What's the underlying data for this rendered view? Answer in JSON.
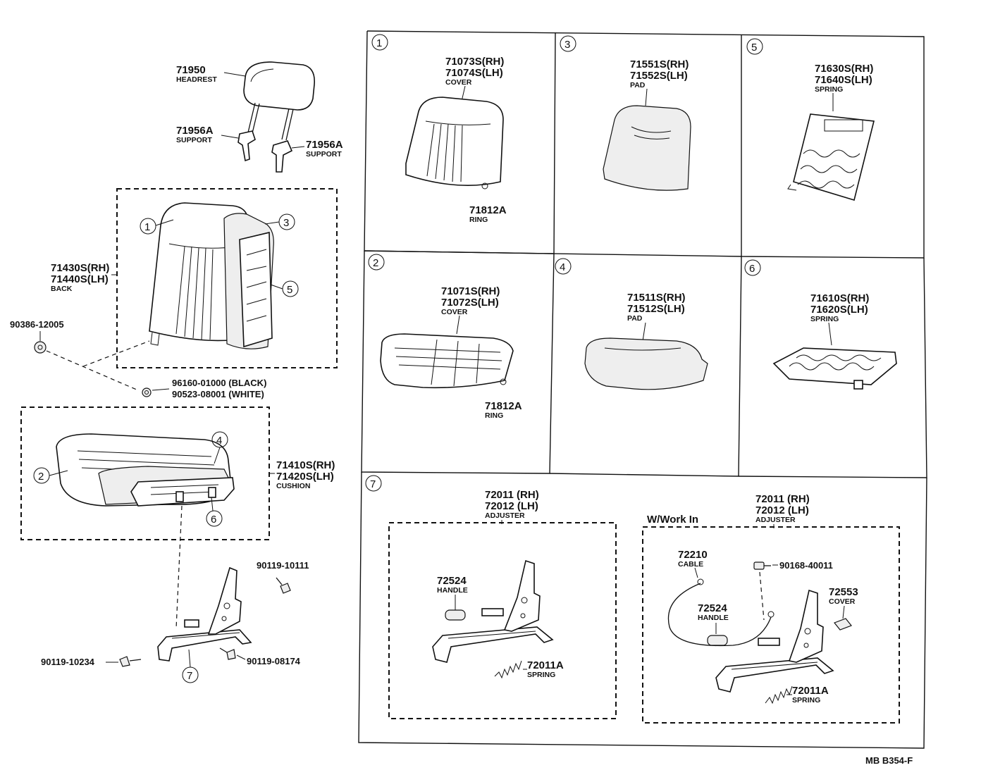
{
  "overview": {
    "headrest": {
      "part_no": "71950",
      "name": "HEADREST"
    },
    "support_left": {
      "part_no": "71956A",
      "name": "SUPPORT"
    },
    "support_right": {
      "part_no": "71956A",
      "name": "SUPPORT"
    },
    "back": {
      "part_rh": "71430S(RH)",
      "part_lh": "71440S(LH)",
      "name": "BACK"
    },
    "cushion": {
      "part_rh": "71410S(RH)",
      "part_lh": "71420S(LH)",
      "name": "CUSHION"
    },
    "nut": {
      "part_no": "90386-12005"
    },
    "clip_black": {
      "part_no": "96160-01000 (BLACK)"
    },
    "clip_white": {
      "part_no": "90523-08001 (WHITE)"
    },
    "bolt_top": {
      "part_no": "90119-10111"
    },
    "bolt_left": {
      "part_no": "90119-10234"
    },
    "bolt_right": {
      "part_no": "90119-08174"
    },
    "callouts": [
      "1",
      "3",
      "5",
      "2",
      "4",
      "6",
      "7"
    ]
  },
  "panels": {
    "p1": {
      "index": "1",
      "part_rh": "71073S(RH)",
      "part_lh": "71074S(LH)",
      "name": "COVER",
      "ring_no": "71812A",
      "ring_name": "RING"
    },
    "p3": {
      "index": "3",
      "part_rh": "71551S(RH)",
      "part_lh": "71552S(LH)",
      "name": "PAD"
    },
    "p5": {
      "index": "5",
      "part_rh": "71630S(RH)",
      "part_lh": "71640S(LH)",
      "name": "SPRING"
    },
    "p2": {
      "index": "2",
      "part_rh": "71071S(RH)",
      "part_lh": "71072S(LH)",
      "name": "COVER",
      "ring_no": "71812A",
      "ring_name": "RING"
    },
    "p4": {
      "index": "4",
      "part_rh": "71511S(RH)",
      "part_lh": "71512S(LH)",
      "name": "PAD"
    },
    "p6": {
      "index": "6",
      "part_rh": "71610S(RH)",
      "part_lh": "71620S(LH)",
      "name": "SPRING"
    },
    "p7": {
      "index": "7",
      "left": {
        "part_rh": "72011 (RH)",
        "part_lh": "72012 (LH)",
        "name": "ADJUSTER",
        "handle_no": "72524",
        "handle_name": "HANDLE",
        "spring_no": "72011A",
        "spring_name": "SPRING"
      },
      "right": {
        "caption": "W/Work In",
        "part_rh": "72011 (RH)",
        "part_lh": "72012 (LH)",
        "name": "ADJUSTER",
        "cable_no": "72210",
        "cable_name": "CABLE",
        "screw_no": "90168-40011",
        "cover_no": "72553",
        "cover_name": "COVER",
        "handle_no": "72524",
        "handle_name": "HANDLE",
        "spring_no": "72011A",
        "spring_name": "SPRING"
      }
    }
  },
  "footer": {
    "code": "MB  B354-F"
  }
}
